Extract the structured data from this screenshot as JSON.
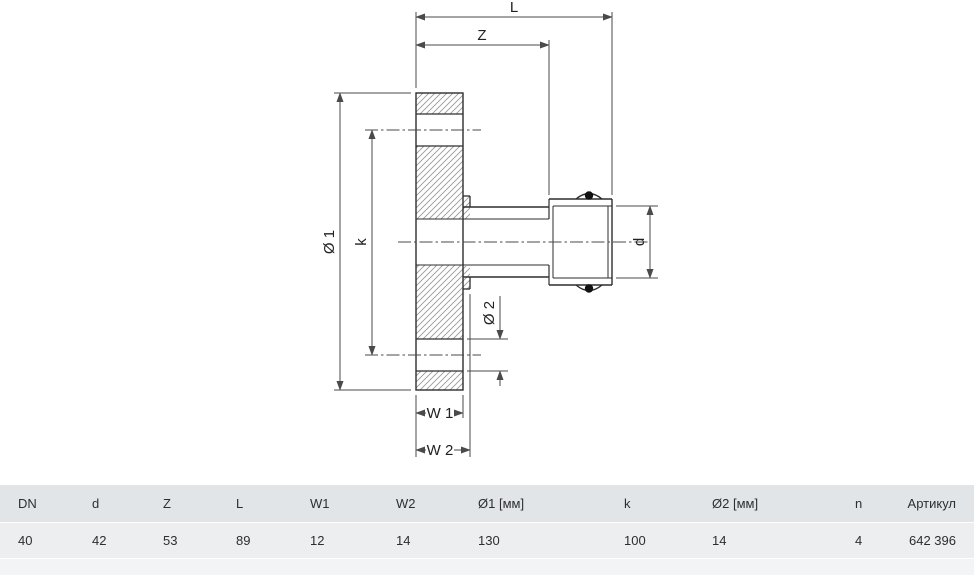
{
  "drawing": {
    "labels": {
      "L": "L",
      "Z": "Z",
      "d1": "Ø 1",
      "k": "k",
      "d2": "Ø 2",
      "w1": "W 1",
      "w2": "W 2",
      "d": "d"
    }
  },
  "table": {
    "headers": [
      "DN",
      "d",
      "Z",
      "L",
      "W1",
      "W2",
      "Ø1 [мм]",
      "k",
      "Ø2 [мм]",
      "n",
      "Артикул"
    ],
    "values": [
      "40",
      "42",
      "53",
      "89",
      "12",
      "14",
      "130",
      "100",
      "14",
      "4",
      "642 396"
    ]
  },
  "colors": {
    "outline": "#2e2e2e",
    "dimension": "#4a4a4a",
    "hatch": "#9a9a9a",
    "table_header_bg": "#e2e5e8",
    "table_row_bg": "#eceef0"
  }
}
